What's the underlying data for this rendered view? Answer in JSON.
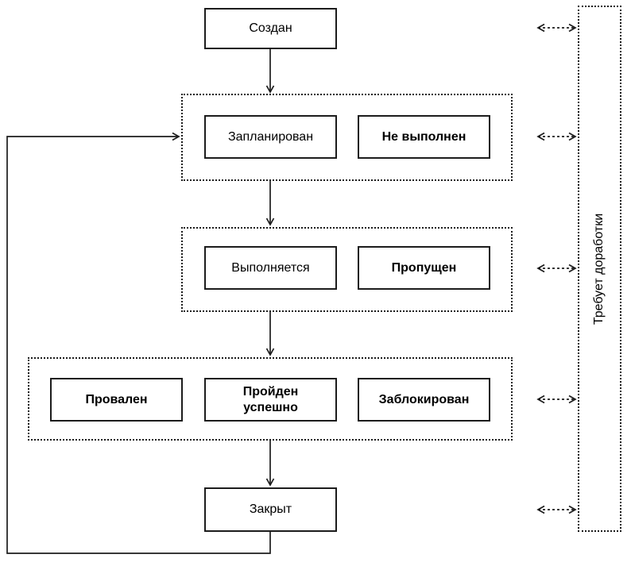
{
  "diagram": {
    "description": "Test case status lifecycle flowchart",
    "nodes": {
      "created": {
        "label": "Создан"
      },
      "planned": {
        "label": "Запланирован"
      },
      "not_executed": {
        "label": "Не выполнен"
      },
      "executing": {
        "label": "Выполняется"
      },
      "skipped": {
        "label": "Пропущен"
      },
      "failed": {
        "label": "Провален"
      },
      "passed": {
        "label": "Пройден успешно"
      },
      "blocked": {
        "label": "Заблокирован"
      },
      "closed": {
        "label": "Закрыт"
      },
      "rework": {
        "label": "Требует доработки"
      }
    },
    "connections": [
      {
        "from": "created",
        "to": "group-planned",
        "style": "solid-arrow"
      },
      {
        "from": "group-planned",
        "to": "group-executing",
        "style": "solid-arrow"
      },
      {
        "from": "group-executing",
        "to": "group-results",
        "style": "solid-arrow"
      },
      {
        "from": "group-results",
        "to": "closed",
        "style": "solid-arrow"
      },
      {
        "from": "closed",
        "to": "group-planned",
        "style": "solid-arrow-loop-left"
      },
      {
        "from": "created",
        "to": "rework",
        "style": "dashed-double-arrow"
      },
      {
        "from": "group-planned",
        "to": "rework",
        "style": "dashed-double-arrow"
      },
      {
        "from": "group-executing",
        "to": "rework",
        "style": "dashed-double-arrow"
      },
      {
        "from": "group-results",
        "to": "rework",
        "style": "dashed-double-arrow"
      },
      {
        "from": "closed",
        "to": "rework",
        "style": "dashed-double-arrow"
      }
    ],
    "colors": {
      "line": "#1c1c1c",
      "background": "#ffffff",
      "box_fill": "#ffffff",
      "text": "#000000"
    }
  }
}
